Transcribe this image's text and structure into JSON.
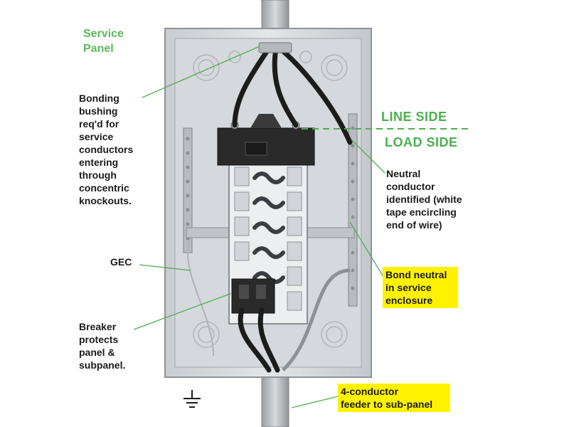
{
  "labels": {
    "service_panel": [
      "Service",
      "Panel"
    ],
    "bonding_bushing": [
      "Bonding",
      "bushing",
      "req'd for",
      "service",
      "conductors",
      "entering",
      "through",
      "concentric",
      "knockouts."
    ],
    "gec": "GEC",
    "breaker": [
      "Breaker",
      "protects",
      "panel &",
      "subpanel."
    ],
    "line_side": "LINE SIDE",
    "load_side": "LOAD SIDE",
    "neutral": [
      "Neutral",
      "conductor",
      "identified (white",
      "tape encircling",
      "end of wire)"
    ],
    "bond_neutral": [
      "Bond neutral",
      "in service",
      "enclosure"
    ],
    "feeder": [
      "4-conductor",
      "feeder to sub-panel"
    ]
  },
  "colors": {
    "title_green": "#5cb85c",
    "side_green": "#4caf50",
    "highlight": "#fff200",
    "leader_green": "#4caf50",
    "enclosure": "#d9dcdf",
    "enclosure_edge": "#8e9399",
    "wire": "#1c1c1c",
    "breaker_body": "#2a2a2a"
  },
  "icons": [
    "ground-symbol-icon"
  ]
}
